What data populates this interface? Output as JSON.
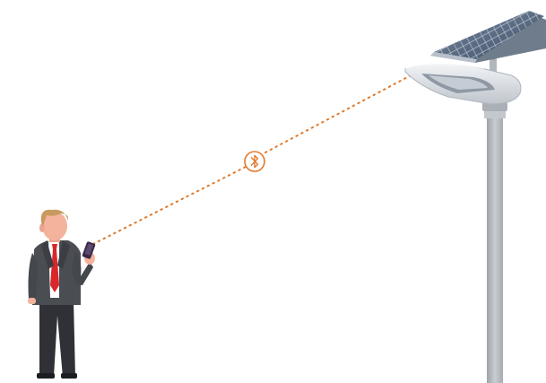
{
  "scene": {
    "background_color": "#ffffff",
    "connection": {
      "type": "bluetooth",
      "icon": "bluetooth-icon",
      "line_style": "dotted",
      "color": "#e07a2c"
    },
    "person": {
      "role": "businessman",
      "holding": "smartphone",
      "colors": {
        "suit": "#4a4d52",
        "shirt": "#ffffff",
        "tie": "#d9262b",
        "skin": "#f4b39c",
        "hair": "#c89a62",
        "phone": "#3a2a4a"
      }
    },
    "street_light": {
      "power_source": "solar panel",
      "colors": {
        "pole": "#b9bcc0",
        "panel": "#5a6e88",
        "lamp_housing": "#e2e6ea"
      }
    }
  }
}
